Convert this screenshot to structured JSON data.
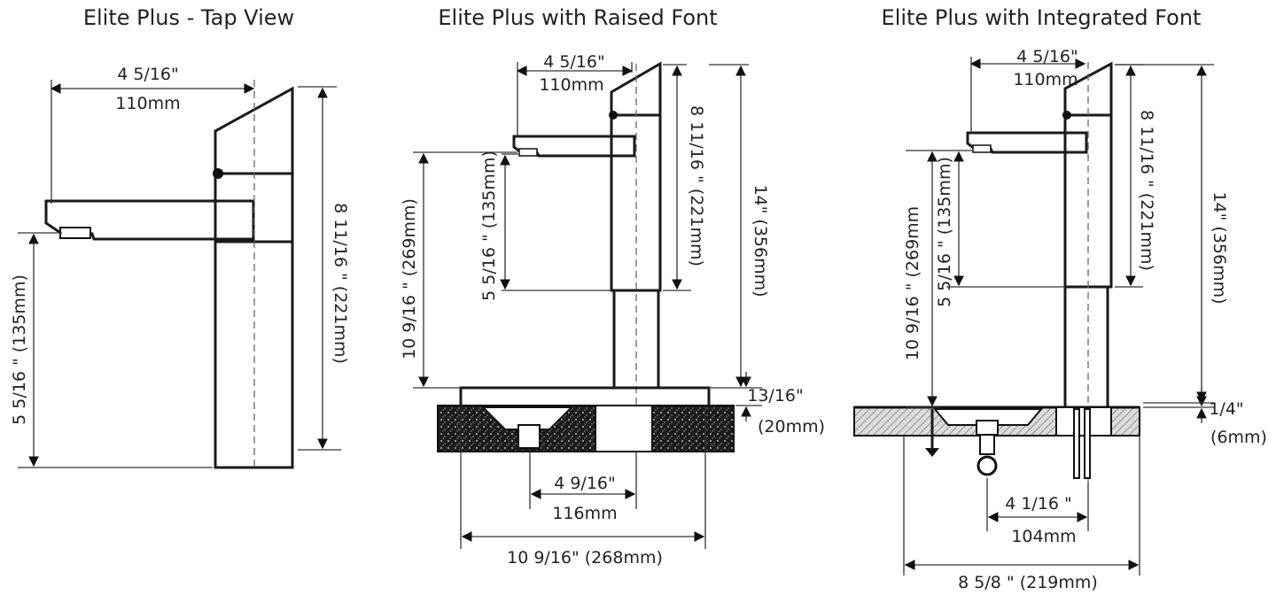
{
  "titles": {
    "tap_view": "Elite Plus - Tap View",
    "raised": "Elite Plus with Raised Font",
    "integrated": "Elite Plus with Integrated Font"
  },
  "tap_view": {
    "reach_in": "4 5/16\"",
    "reach_mm": "110mm",
    "height": "8 11/16 \" (221mm)",
    "spout": "5 5/16 \" (135mm)"
  },
  "raised": {
    "reach_in": "4 5/16\"",
    "reach_mm": "110mm",
    "tap_height": "8 11/16 \" (221mm)",
    "spout": "5 5/16 \" (135mm)",
    "spout_total": "10 9/16 \" (269mm)",
    "total_height": "14\" (356mm)",
    "font_thickness_in": "13/16\"",
    "font_thickness_mm": "(20mm)",
    "inner_width_in": "4 9/16\"",
    "inner_width_mm": "116mm",
    "outer_width": "10 9/16\" (268mm)"
  },
  "integrated": {
    "reach_in": "4 5/16\"",
    "reach_mm": "110mm",
    "tap_height": "8 11/16 \" (221mm)",
    "spout": "5 5/16 \" (135mm)",
    "spout_total": "10 9/16 \" (269mm",
    "total_height": "14\" (356mm)",
    "font_thickness_in": "1/4\"",
    "font_thickness_mm": "(6mm)",
    "inner_width_in": "4 1/16 \"",
    "inner_width_mm": "104mm",
    "outer_width": "8 5/8 \" (219mm)"
  }
}
